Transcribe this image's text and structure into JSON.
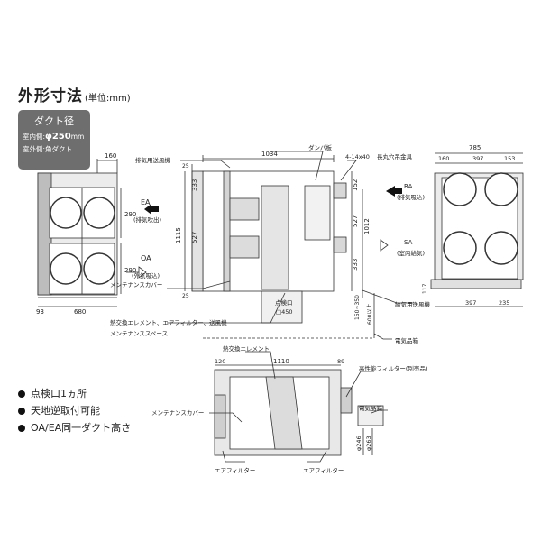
{
  "heading": {
    "title": "外形寸法",
    "unit": "(単位:mm)"
  },
  "duct_badge": {
    "title": "ダクト径",
    "indoor_prefix": "室内側:",
    "indoor_value": "φ250",
    "indoor_unit": "mm",
    "outdoor": "室外側:角ダクト"
  },
  "features": [
    "点検口1ヵ所",
    "天地逆取付可能",
    "OA/EA同一ダクト高さ"
  ],
  "left_view": {
    "dims": {
      "top": "160",
      "bottom_left": "93",
      "bottom_main": "680",
      "ea_h": "290",
      "oa_h": "290"
    },
    "ea_label": "EA",
    "ea_sub": "(排気吹出)",
    "oa_label": "OA",
    "oa_sub": "(外気吸込)"
  },
  "front_view": {
    "labels": {
      "exhaust_fan": "排気用送風機",
      "damper": "ダンパ板",
      "hanger": "長丸穴吊金具",
      "supply_fan": "給気用送風機",
      "cover": "メンテナンスカバー",
      "element": "熱交換エレメント、エアフィルター、送風機",
      "space": "メンテナンススペース",
      "electric": "電気品箱",
      "inspection": "点検口",
      "inspection_size": "□450",
      "holes": "4-14x40"
    },
    "dims": {
      "width": "1034",
      "d25a": "25",
      "d25b": "25",
      "h333": "333",
      "h1115": "1115",
      "h527": "527",
      "h152": "152",
      "h527r": "527",
      "h1012": "1012",
      "h333r": "333",
      "space_range": "150~350",
      "space_600": "600以上"
    },
    "ra": "RA",
    "ra_sub": "(排気吸込)",
    "sa": "SA",
    "sa_sub": "(室内給気)"
  },
  "side_view": {
    "dims": {
      "total": "785",
      "a160": "160",
      "a397": "397",
      "a153": "153",
      "b397": "397",
      "b235": "235",
      "h117": "117"
    }
  },
  "bottom_view": {
    "labels": {
      "element": "熱交換エレメント",
      "hepa": "高性能フィルター(別売品)",
      "cover": "メンテナンスカバー",
      "electric": "電気品箱",
      "filter_l": "エアフィルター",
      "filter_r": "エアフィルター"
    },
    "dims": {
      "w1110": "1110",
      "w120": "120",
      "w89": "89",
      "d246": "φ246",
      "d263": "φ263"
    }
  },
  "colors": {
    "badge": "#6e6e6e",
    "line": "#333333",
    "shade": "#cfcfcf"
  }
}
